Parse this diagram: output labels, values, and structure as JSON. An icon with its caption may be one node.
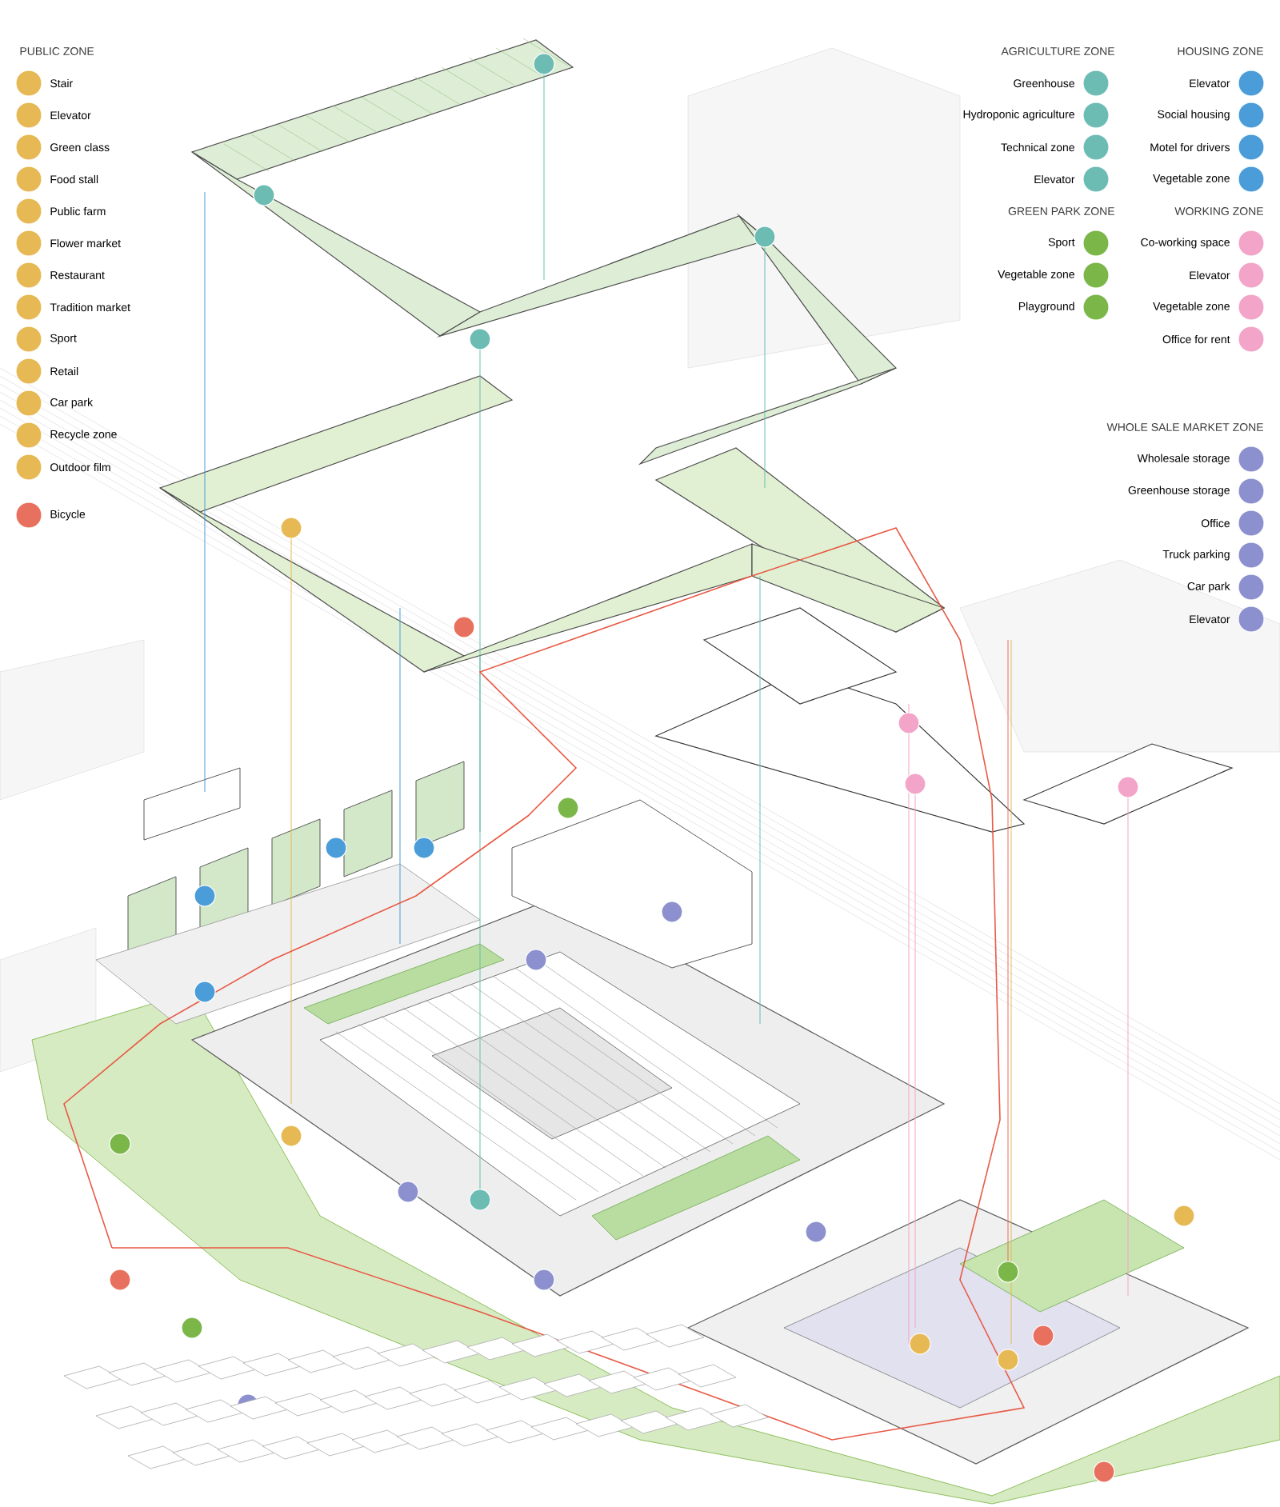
{
  "diagram": {
    "labels": [
      "PUBLIC ZONE",
      "AGRICULTURE ZONE",
      "HOUSING ZONE",
      "GREEN PARK ZONE",
      "WORKING ZONE",
      "WHOLE SALE MARKET ZONE"
    ],
    "legend": [
      {
        "text": "Stair",
        "color": "#e6b955"
      },
      {
        "text": "Elevator",
        "color": "#e6b955"
      },
      {
        "text": "Green class",
        "color": "#e6b955"
      },
      {
        "text": "Food stall",
        "color": "#e6b955"
      },
      {
        "text": "Public farm",
        "color": "#e6b955"
      },
      {
        "text": "Flower market",
        "color": "#e6b955"
      },
      {
        "text": "Restaurant",
        "color": "#e6b955"
      },
      {
        "text": "Tradition market",
        "color": "#e6b955"
      },
      {
        "text": "Sport",
        "color": "#e6b955"
      },
      {
        "text": "Retail",
        "color": "#e6b955"
      },
      {
        "text": "Car park",
        "color": "#e6b955"
      },
      {
        "text": "Recycle zone",
        "color": "#e6b955"
      },
      {
        "text": "Outdoor film",
        "color": "#e6b955"
      },
      {
        "text": "Bicycle",
        "color": "#e8705e"
      },
      {
        "text": "Greenhouse",
        "color": "#6cbcb3"
      },
      {
        "text": "Hydroponic agriculture",
        "color": "#6cbcb3"
      },
      {
        "text": "Technical zone",
        "color": "#6cbcb3"
      },
      {
        "text": "Elevator",
        "color": "#6cbcb3"
      },
      {
        "text": "Elevator",
        "color": "#4a9dd8"
      },
      {
        "text": "Social housing",
        "color": "#4a9dd8"
      },
      {
        "text": "Motel for drivers",
        "color": "#4a9dd8"
      },
      {
        "text": "Vegetable zone",
        "color": "#4a9dd8"
      },
      {
        "text": "Sport",
        "color": "#7ab648"
      },
      {
        "text": "Vegetable zone",
        "color": "#7ab648"
      },
      {
        "text": "Playground",
        "color": "#7ab648"
      },
      {
        "text": "Co-working space",
        "color": "#f2a5c8"
      },
      {
        "text": "Elevator",
        "color": "#f2a5c8"
      },
      {
        "text": "Vegetable zone",
        "color": "#f2a5c8"
      },
      {
        "text": "Office for rent",
        "color": "#f2a5c8"
      },
      {
        "text": "Wholesale storage",
        "color": "#8c90cf"
      },
      {
        "text": "Greenhouse storage",
        "color": "#8c90cf"
      },
      {
        "text": "Office",
        "color": "#8c90cf"
      },
      {
        "text": "Truck parking",
        "color": "#8c90cf"
      },
      {
        "text": "Car park",
        "color": "#8c90cf"
      },
      {
        "text": "Elevator",
        "color": "#8c90cf"
      }
    ]
  }
}
